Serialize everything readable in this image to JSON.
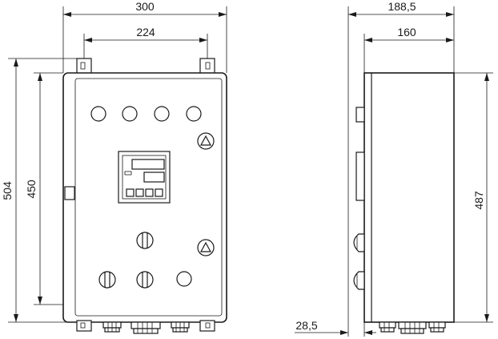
{
  "front_view": {
    "width_label": "300",
    "mount_spacing_label": "224",
    "total_height_label": "504",
    "body_height_label": "450"
  },
  "side_view": {
    "depth_label": "188,5",
    "body_depth_label": "160",
    "height_label": "487",
    "offset_label": "28,5"
  }
}
